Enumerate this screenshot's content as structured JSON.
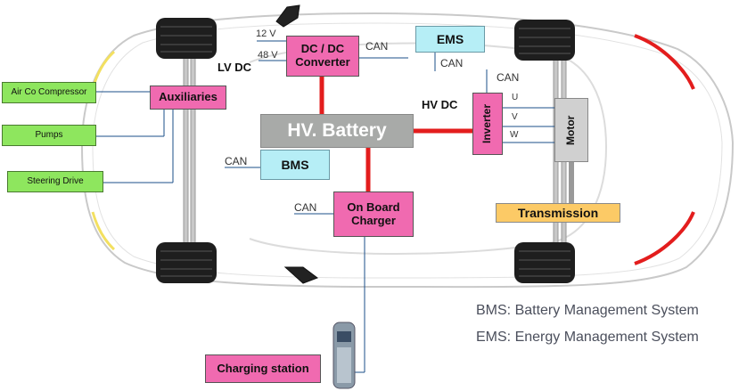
{
  "blocks": {
    "dcdc": "DC / DC\nConverter",
    "ems": "EMS",
    "auxiliaries": "Auxiliaries",
    "battery": "HV. Battery",
    "bms": "BMS",
    "inverter": "Inverter",
    "motor": "Motor",
    "transmission": "Transmission",
    "charger": "On Board\nCharger",
    "charging_station": "Charging station"
  },
  "loads": [
    "Air Co Compressor",
    "Pumps",
    "Steering Drive"
  ],
  "labels": {
    "v12": "12 V",
    "v48": "48 V",
    "lv_dc": "LV DC",
    "hv_dc": "HV DC",
    "can": "CAN",
    "phase_u": "U",
    "phase_v": "V",
    "phase_w": "W"
  },
  "legend": [
    "BMS: Battery Management System",
    "EMS: Energy Management System"
  ],
  "colors": {
    "block_pink": "#f06ab0",
    "block_cyan": "#b6eef6",
    "load_green": "#8ee65e",
    "battery_gray": "#a8aaa8",
    "transmission_orange": "#fcca66",
    "hv_line_red": "#e31d1d"
  }
}
